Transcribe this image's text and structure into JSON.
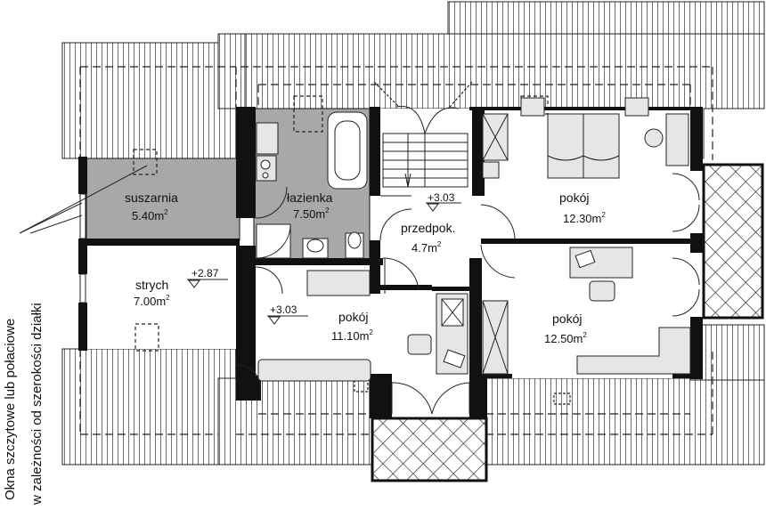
{
  "rooms": [
    {
      "id": "suszarnia",
      "name": "suszarnia",
      "area_num": "5.40",
      "area_unit": "m",
      "area_sup": "2"
    },
    {
      "id": "lazienka",
      "name": "łazienka",
      "area_num": "7.50",
      "area_unit": "m",
      "area_sup": "2"
    },
    {
      "id": "przedpokoj",
      "name": "przedpok.",
      "area_num": "4.7",
      "area_unit": "m",
      "area_sup": "2"
    },
    {
      "id": "pokoj-ne",
      "name": "pokój",
      "area_num": "12.30",
      "area_unit": "m",
      "area_sup": "2"
    },
    {
      "id": "strych",
      "name": "strych",
      "area_num": "7.00",
      "area_unit": "m",
      "area_sup": "2"
    },
    {
      "id": "pokoj-center",
      "name": "pokój",
      "area_num": "11.10",
      "area_unit": "m",
      "area_sup": "2"
    },
    {
      "id": "pokoj-se",
      "name": "pokój",
      "area_num": "12.50",
      "area_unit": "m",
      "area_sup": "2"
    }
  ],
  "levels": [
    {
      "id": "hall",
      "text": "+3.03"
    },
    {
      "id": "strych",
      "text": "+2.87"
    },
    {
      "id": "pokoj",
      "text": "+3.03"
    }
  ],
  "side_note": {
    "line1": "Okna szczytowe lub połaciowe",
    "line2": "w zależności od szerokości działki"
  },
  "colors": {
    "shaded_room": "#a8a8a8",
    "wall": "#111111",
    "line": "#222222",
    "background": "#ffffff"
  }
}
